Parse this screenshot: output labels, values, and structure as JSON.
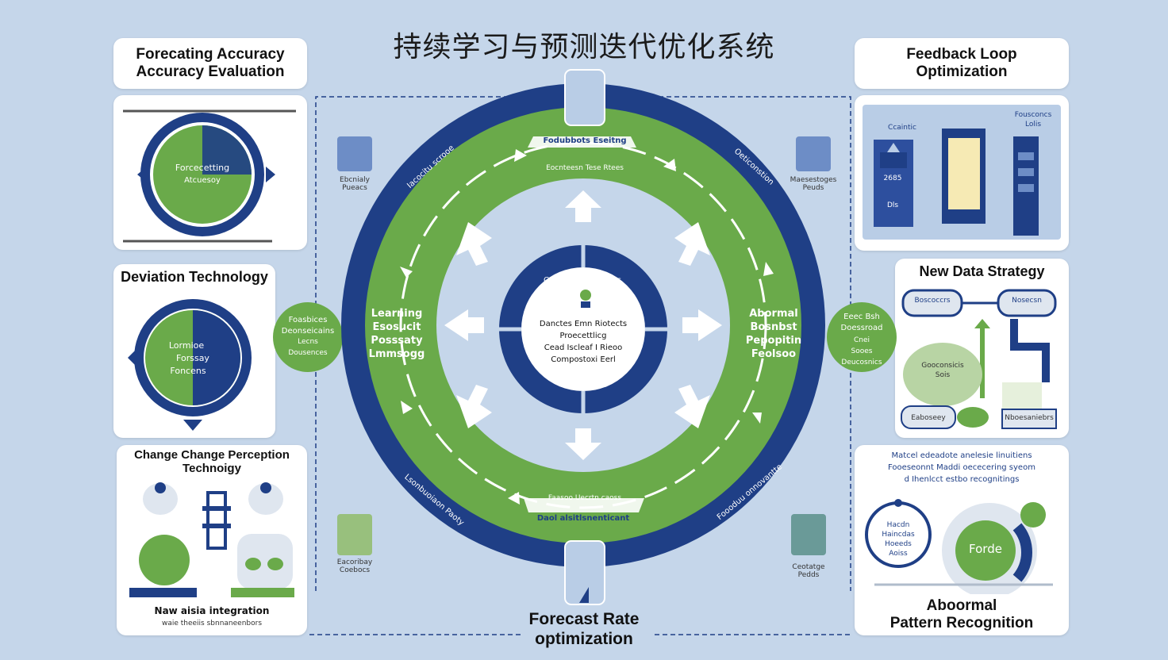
{
  "title": "持续学习与预测迭代优化系统",
  "colors": {
    "background": "#c5d6ea",
    "navy": "#1f3f86",
    "green": "#6aaa4a",
    "white": "#ffffff"
  },
  "left_panels": {
    "forecast_card": {
      "title_line1": "Forecating Accuracy",
      "title_line2": "Accuracy Evaluation",
      "circle_line1": "Forcecetting",
      "circle_line2": "Atcuesoy"
    },
    "deviation_card": {
      "title": "Deviation Technology",
      "circle_line1": "Lormioe",
      "circle_line2": "Forssay",
      "circle_line3": "Foncens"
    },
    "change_card": {
      "title_line1": "Change Change Perception",
      "title_line2": "Technoigy",
      "caption_line1": "Naw aisia integration",
      "caption_line2": "waie theeiis sbnnaneenbors"
    }
  },
  "right_panels": {
    "feedback_card": {
      "title_line1": "Feedback Loop",
      "title_line2": "Optimization",
      "label_left": "Ccaintic",
      "label_right_1": "Fousconcs",
      "label_right_2": "Lolis",
      "label_tower_1": "2685",
      "label_tower_2": "Dls"
    },
    "strategy_card": {
      "title": "New Data Strategy",
      "pill_left": "Boscoccrs",
      "pill_right": "Nosecsn",
      "mid_label_1": "Gooconsicis",
      "mid_label_2": "Sois",
      "bottom_left": "Eaboseey",
      "bottom_right": "Nboesaniebrs"
    },
    "pattern_card": {
      "desc_line1": "Matcel edeadote anelesie linuitiens",
      "desc_line2": "Fooeseonnt Maddi oececering syeom",
      "desc_line3": "d Ihenlcct estbo recognitings",
      "left_circle_1": "Hacdn",
      "left_circle_2": "Haincdas",
      "left_circle_3": "Hoeeds",
      "left_circle_4": "Aoiss",
      "inner_circle": "Forde",
      "title_line1": "Aboormal",
      "title_line2": "Pattern Recognition"
    }
  },
  "center": {
    "core_top": "Cnelish ilt: lnieaties",
    "core_line1": "Danctes Emn Riotects",
    "core_line2": "Proecettlicg",
    "core_line3": "Cead Iscleaf I Rieoo",
    "core_line4": "Compostoxi Eerl",
    "left_bubble_1": "Foasbices",
    "left_bubble_2": "Deonseicains",
    "left_bubble_3": "Lecns",
    "left_bubble_4": "Dousences",
    "right_bubble_1": "Eeec Bsh",
    "right_bubble_2": "Doessroad",
    "right_bubble_3": "Cnei",
    "right_bubble_4": "Sooes",
    "right_bubble_5": "Deucosnics",
    "green_ring_left_1": "Learning",
    "green_ring_left_2": "Esosucit",
    "green_ring_left_3": "Posssaty",
    "green_ring_left_4": "Lmmsogg",
    "green_ring_right_1": "Abormal",
    "green_ring_right_2": "Bosnbst",
    "green_ring_right_3": "Pepopitin",
    "green_ring_right_4": "Feolsoo",
    "arrow_top": "Fodubbots Eseitng",
    "arrow_top_sub": "Eocnteesn Tese Rtees",
    "arrow_bottom": "Faasoo Uecrtn caoss",
    "arrow_bottom_sub": "Daol alsitlsnenticant",
    "navy_top_left": "Iacocitu scrooe",
    "navy_top_right": "Oeticonstion",
    "navy_bottom_left": "Lsonbuoiaon Paoty",
    "navy_bottom_right": "Foooduu onnovantte",
    "icon_top_left": "Ebcnialy Pueacs",
    "icon_top_right": "Maesestoges Peuds",
    "icon_bottom_left": "Eacoribay Coebocs",
    "icon_bottom_right": "Ceotatge Pedds",
    "bottom_title_line1": "Forecast Rate",
    "bottom_title_line2": "optimization"
  }
}
